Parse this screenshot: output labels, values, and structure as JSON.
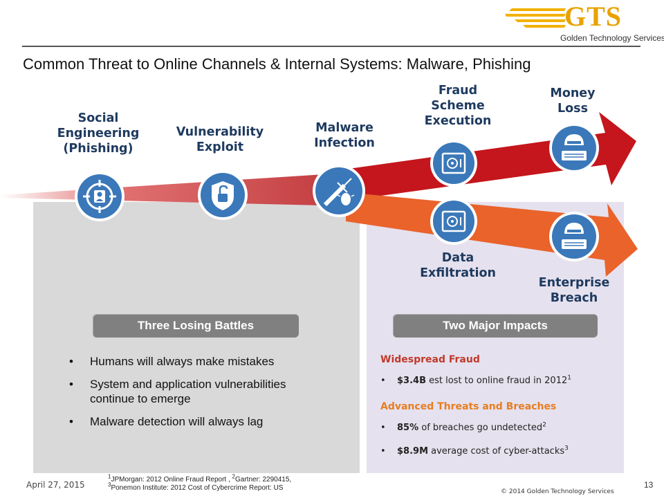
{
  "header": {
    "logo_text": "GTS",
    "logo_subtitle": "Golden Technology Services",
    "title": "Common Threat to Online Channels & Internal Systems:  Malware, Phishing"
  },
  "stages": {
    "social": [
      "Social",
      "Engineering",
      "(Phishing)"
    ],
    "vulnerability": [
      "Vulnerability",
      "Exploit"
    ],
    "malware": [
      "Malware",
      "Infection"
    ],
    "fraud": [
      "Fraud",
      "Scheme",
      "Execution"
    ],
    "money": [
      "Money",
      "Loss"
    ],
    "data": [
      "Data",
      "Exfiltration"
    ],
    "enterprise": [
      "Enterprise",
      "Breach"
    ]
  },
  "left_panel": {
    "heading": "Three Losing Battles",
    "bullets": [
      "Humans will always make mistakes",
      "System and application vulnerabilities continue to emerge",
      "Malware detection will always lag"
    ]
  },
  "right_panel": {
    "heading": "Two Major Impacts",
    "section1_title": "Widespread Fraud",
    "item1_value": "$3.4B",
    "item1_text": " est lost to online fraud in 2012",
    "item1_ref": "1",
    "section2_title": "Advanced Threats and Breaches",
    "item2_value": "85%",
    "item2_text": " of breaches go undetected",
    "item2_ref": "2",
    "item3_value": "$8.9M",
    "item3_text": " average cost of cyber-attacks",
    "item3_ref": "3"
  },
  "footer": {
    "date": "April 27, 2015",
    "fn1_ref": "1",
    "fn1_a": "JPMorgan: 2012 Online Fraud Report , ",
    "fn2_ref": "2",
    "fn1_b": "Gartner: 2290415,",
    "fn3_ref": "3",
    "fn2_text": "Ponemon Institute: 2012 Cost of Cybercrime Report: US",
    "copyright": "© 2014 Golden Technology Services",
    "page": "13"
  },
  "icons": {
    "social": "target-person-icon",
    "vulnerability": "unlocked-shield-icon",
    "malware": "syringe-bug-icon",
    "fraud": "vault-safe-icon",
    "money": "hacker-keyboard-icon",
    "data": "vault-safe-icon",
    "enterprise": "hacker-keyboard-icon"
  },
  "colors": {
    "stage_text": "#1e3a5f",
    "icon_blue": "#3a78b9",
    "red_arrow": "#c4161c",
    "orange_arrow": "#e9632b",
    "pill_gray": "#808080",
    "fraud_red": "#c0392b",
    "advanced_orange": "#e67e22",
    "logo_gold": "#e8a200"
  }
}
